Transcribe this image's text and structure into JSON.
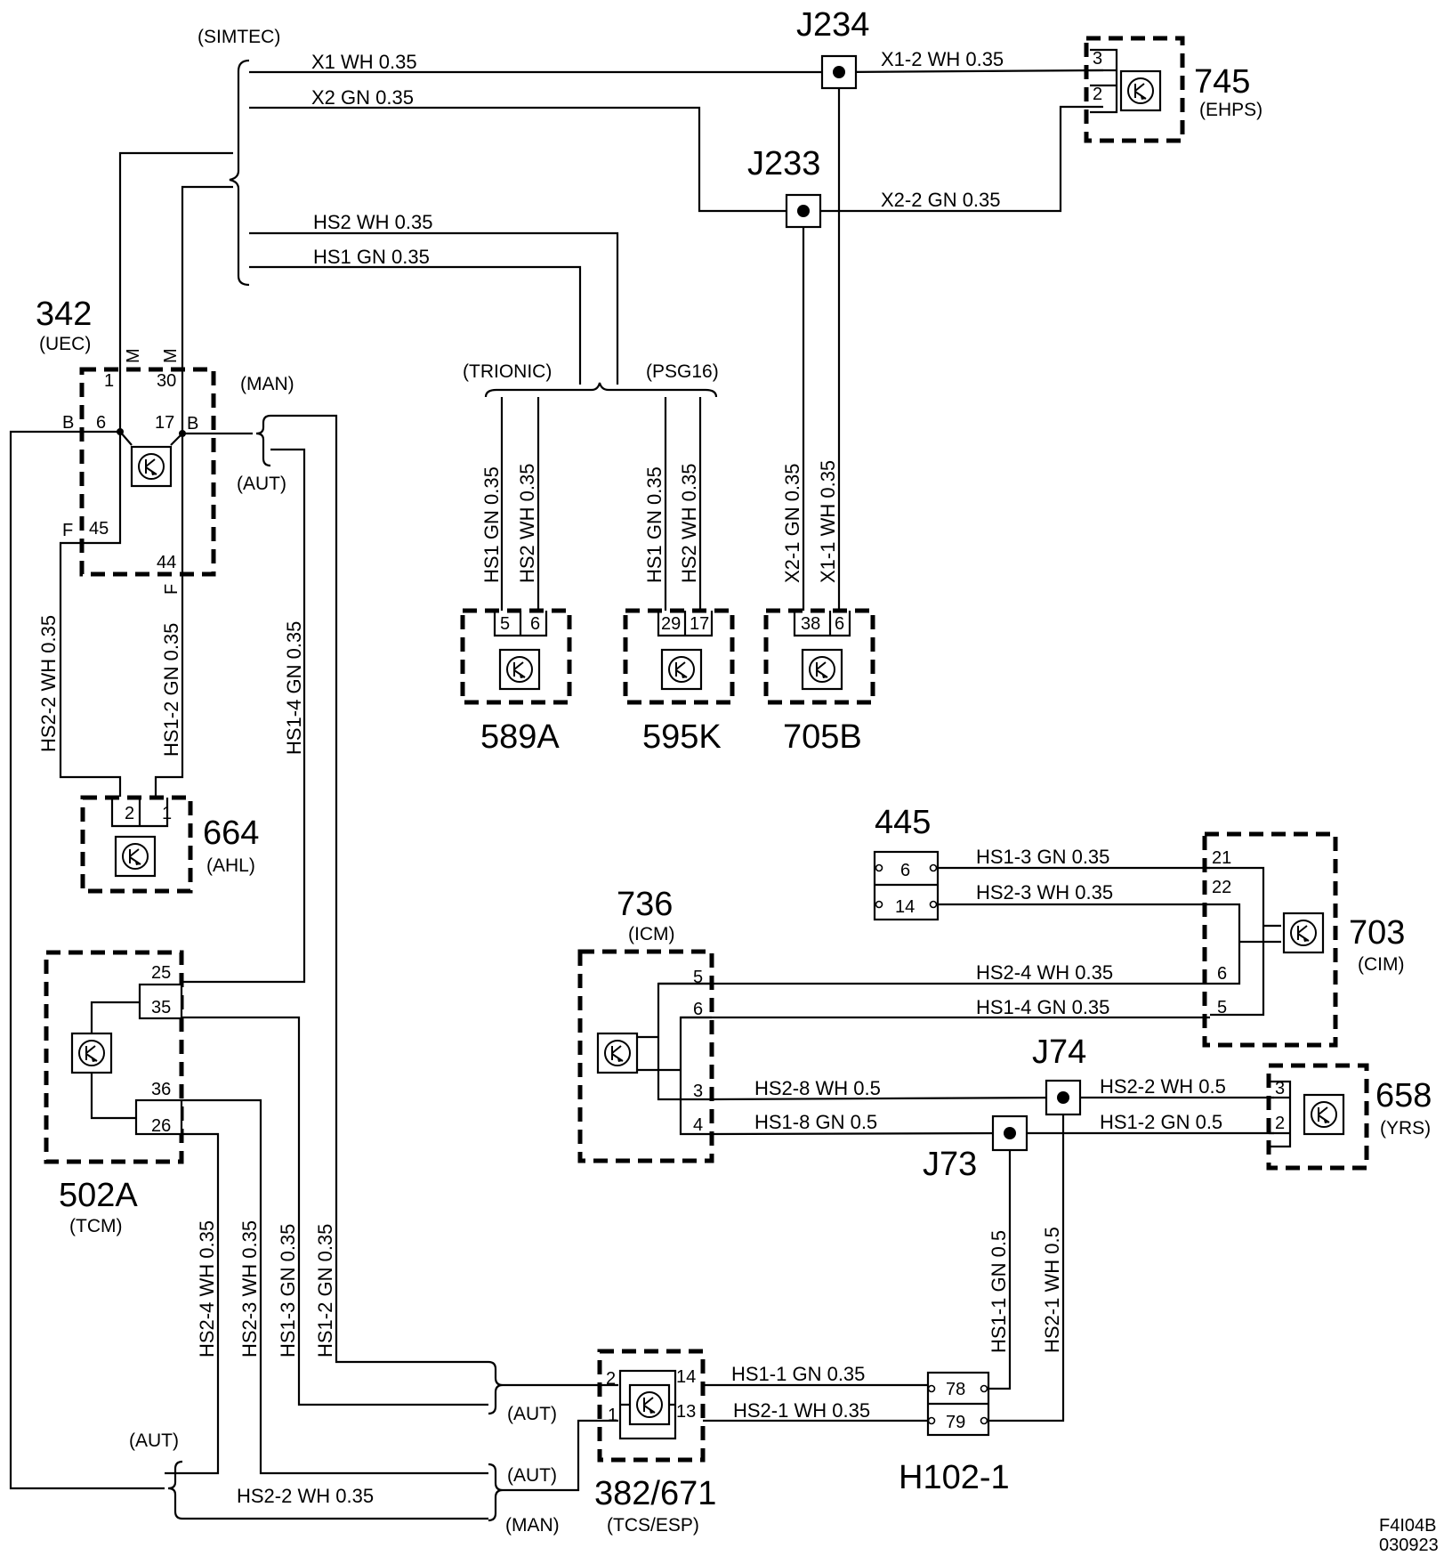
{
  "components": {
    "c342": {
      "number": "342",
      "name": "(UEC)"
    },
    "c745": {
      "number": "745",
      "name": "(EHPS)"
    },
    "c589a": {
      "number": "589A"
    },
    "c595k": {
      "number": "595K"
    },
    "c705b": {
      "number": "705B"
    },
    "c664": {
      "number": "664",
      "name": "(AHL)"
    },
    "c445": {
      "number": "445"
    },
    "c736": {
      "number": "736",
      "name": "(ICM)"
    },
    "c703": {
      "number": "703",
      "name": "(CIM)"
    },
    "c658": {
      "number": "658",
      "name": "(YRS)"
    },
    "c502a": {
      "number": "502A",
      "name": "(TCM)"
    },
    "c382": {
      "number": "382/671",
      "name": "(TCS/ESP)"
    },
    "h102": {
      "number": "H102-1"
    }
  },
  "junctions": {
    "j234": "J234",
    "j233": "J233",
    "j74": "J74",
    "j73": "J73"
  },
  "variants": {
    "simtec": "(SIMTEC)",
    "trionic": "(TRIONIC)",
    "psg16": "(PSG16)",
    "man": "(MAN)",
    "aut": "(AUT)"
  },
  "wires": {
    "x1": "X1   WH   0.35",
    "x2": "X2   GN   0.35",
    "x1_2": "X1-2   WH   0.35",
    "x2_2": "X2-2   GN   0.35",
    "hs2": "HS2   WH   0.35",
    "hs1": "HS1   GN   0.35",
    "v_589_gn": "HS1 GN  0.35",
    "v_589_wh": "HS2  WH  0.35",
    "v_595_gn": "HS1 GN  0.35",
    "v_595_wh": "HS2 WH  0.35",
    "v_705_gn": "X2-1 GN  0.35",
    "v_705_wh": "X1-1 WH  0.35",
    "hs2_2_wh_v": "HS2-2  WH  0.35",
    "hs1_2_gn_v": "HS1-2  GN  0.35",
    "hs1_4_gn_v": "HS1-4  GN  0.35",
    "hs1_3": "HS1-3   GN   0.35",
    "hs2_3": "HS2-3    WH   0.35",
    "hs2_4": "HS2-4   WH   0.35",
    "hs1_4": "HS1-4   GN   0.35",
    "hs2_8": "HS2-8    WH    0.5",
    "hs1_8": "HS1-8   GN    0.5",
    "hs2_2_yrs": "HS2-2  WH  0.5",
    "hs1_2_yrs": "HS1-2   GN   0.5",
    "hs1_1_v": "HS1-1  GN  0.5",
    "hs2_1_v": "HS2-1  WH  0.5",
    "tcm_hs2_4": "HS2-4  WH  0.35",
    "tcm_hs2_3": "HS2-3  WH  0.35",
    "tcm_hs1_3": "HS1-3  GN  0.35",
    "tcm_hs1_2": "HS1-2  GN  0.35",
    "hs1_1": "HS1-1  GN   0.35",
    "hs2_1": "HS2-1   WH   0.35",
    "hs2_2_bottom": "HS2-2    WH   0.35"
  },
  "pins": {
    "p342": [
      "1",
      "30",
      "6",
      "17",
      "45",
      "44"
    ],
    "p342_letters": [
      "M",
      "M",
      "B",
      "B",
      "F",
      "F"
    ],
    "p745": [
      "3",
      "2"
    ],
    "p589": [
      "5",
      "6"
    ],
    "p595": [
      "29",
      "17"
    ],
    "p705": [
      "38",
      "6"
    ],
    "p664": [
      "2",
      "1"
    ],
    "p445": [
      "6",
      "14"
    ],
    "p703": [
      "21",
      "22",
      "6",
      "5"
    ],
    "p736": [
      "5",
      "6",
      "3",
      "4"
    ],
    "p658": [
      "3",
      "2"
    ],
    "p502": [
      "25",
      "35",
      "36",
      "26"
    ],
    "p382": [
      "2",
      "1",
      "14",
      "13"
    ],
    "ph102": [
      "78",
      "79"
    ]
  },
  "footer": {
    "code": "F4I04B",
    "date": "030923"
  }
}
